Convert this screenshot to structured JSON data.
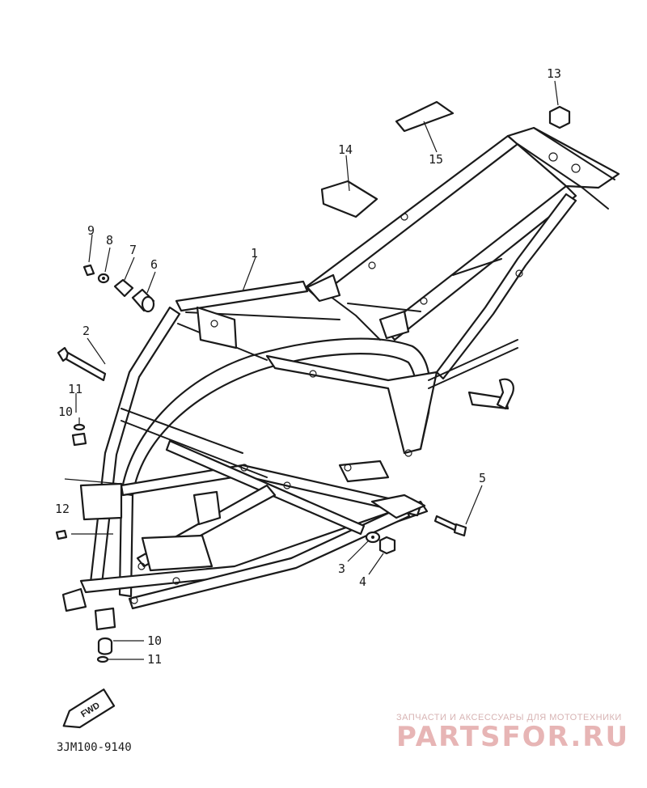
{
  "diagram": {
    "callouts": {
      "n1": "1",
      "n2": "2",
      "n3": "3",
      "n4": "4",
      "n5": "5",
      "n6": "6",
      "n7": "7",
      "n8": "8",
      "n9": "9",
      "n10a": "10",
      "n10b": "10",
      "n11a": "11",
      "n11b": "11",
      "n12": "12",
      "n13": "13",
      "n14": "14",
      "n15": "15"
    },
    "fwd_label": "FWD",
    "diagram_code": "3JM100-9140"
  },
  "watermark": {
    "subtitle": "ЗАПЧАСТИ И АКСЕССУАРЫ ДЛЯ МОТОТЕХНИКИ",
    "brand": "PARTSFOR.RU",
    "color": "#e7b5b5"
  }
}
